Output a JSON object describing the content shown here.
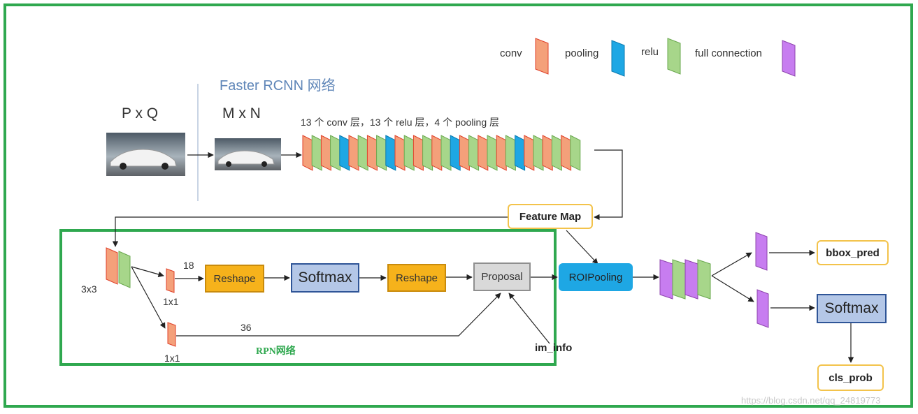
{
  "title": "Faster RCNN 网络",
  "legend": [
    {
      "label": "conv",
      "color": "#f4a07a",
      "border": "#e0402a"
    },
    {
      "label": "pooling",
      "color": "#1ea7e4",
      "border": "#0a7ab0"
    },
    {
      "label": "relu",
      "color": "#a7d68a",
      "border": "#6aa84f"
    },
    {
      "label": "full connection",
      "color": "#c77df0",
      "border": "#8e44ad"
    }
  ],
  "input_label": "P x Q",
  "resized_label": "M x N",
  "backbone_label": "13 个 conv 层，13 个 relu 层，4 个 pooling 层",
  "feature_map": "Feature Map",
  "rpn": {
    "label": "RPN网络",
    "conv3x3": "3x3",
    "conv1x1_top": "1x1",
    "conv1x1_bottom": "1x1",
    "channels_top": "18",
    "channels_bottom": "36",
    "reshape1": "Reshape",
    "softmax": "Softmax",
    "reshape2": "Reshape",
    "proposal": "Proposal",
    "im_info": "im_info"
  },
  "roi_pooling": "ROIPooling",
  "bbox_pred": "bbox_pred",
  "softmax_out": "Softmax",
  "cls_prob": "cls_prob",
  "watermark": "https://blog.csdn.net/qq_24819773"
}
